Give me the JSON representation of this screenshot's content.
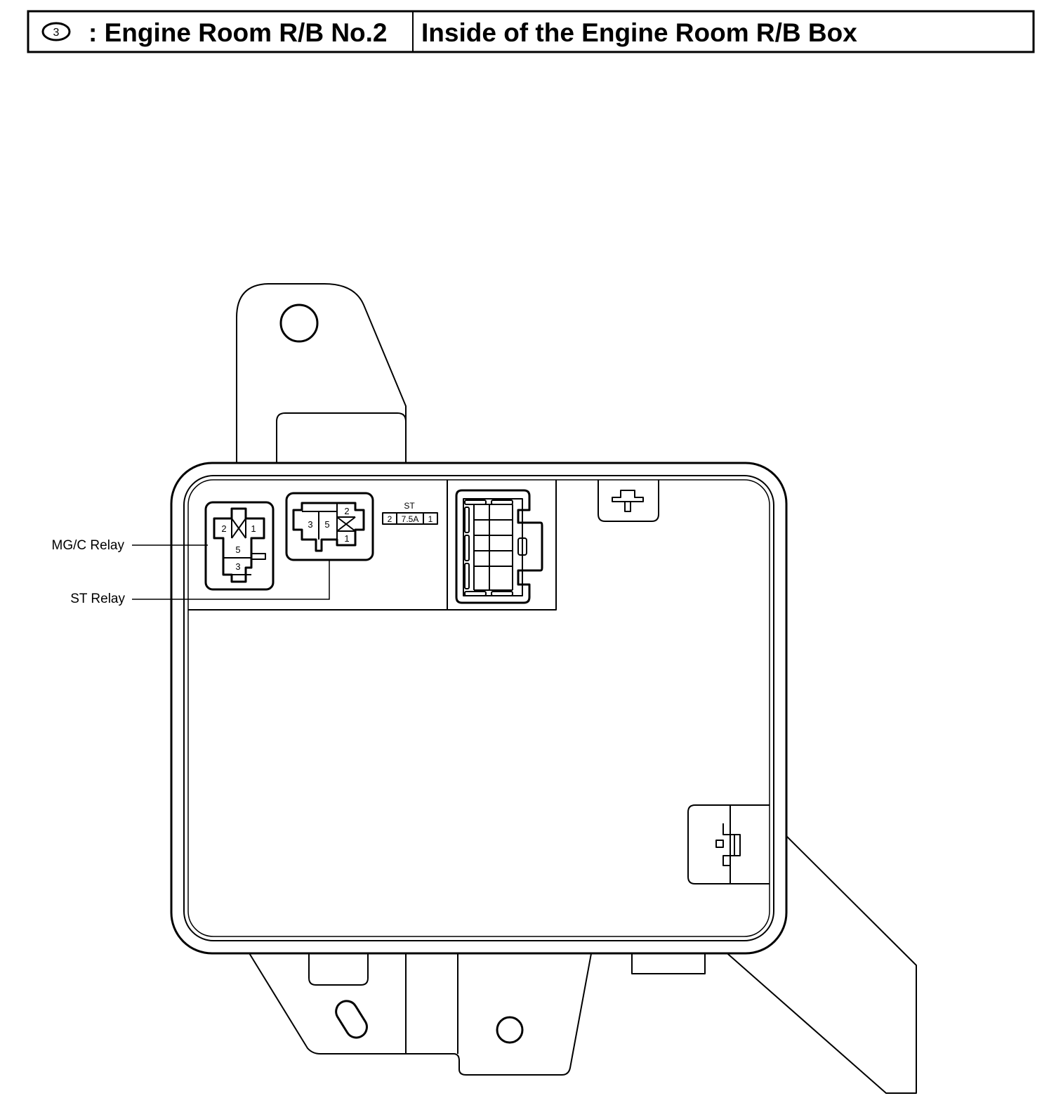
{
  "header": {
    "location_number": "3",
    "location_name": ": Engine Room R/B No.2",
    "location_description": "Inside of the Engine Room R/B Box"
  },
  "callouts": {
    "mgc_relay": "MG/C Relay",
    "st_relay": "ST Relay"
  },
  "mgc_relay": {
    "pins": [
      "2",
      "1",
      "5",
      "3"
    ]
  },
  "st_relay": {
    "pins": [
      "3",
      "5",
      "2",
      "1"
    ]
  },
  "fuse": {
    "name": "ST",
    "rating": "7.5A",
    "pin_left": "2",
    "pin_right": "1"
  }
}
